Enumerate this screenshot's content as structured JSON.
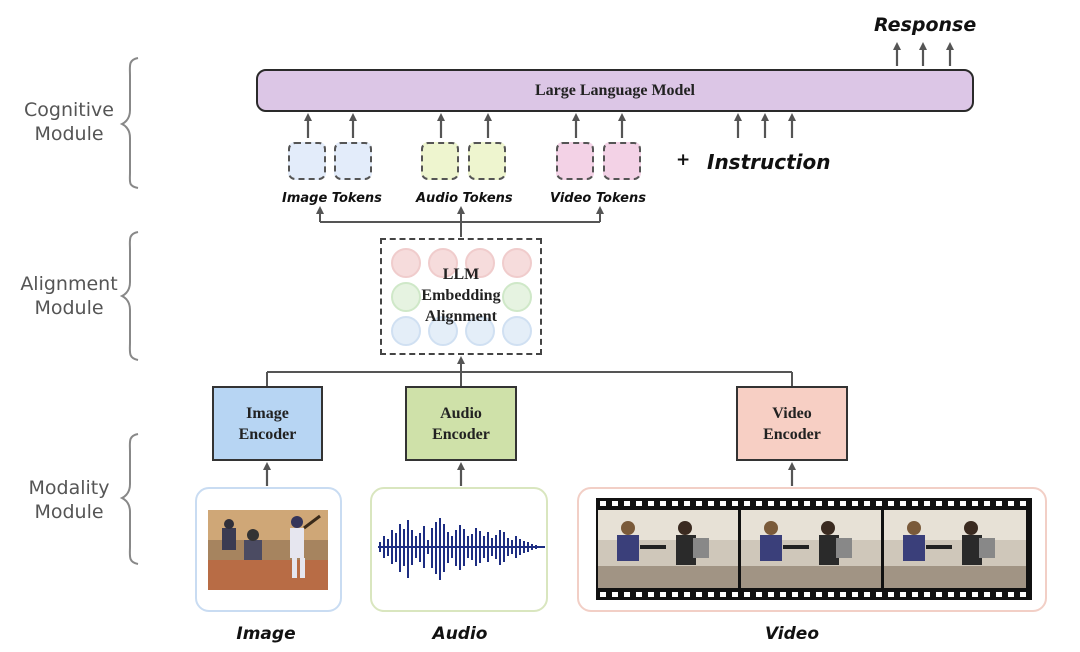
{
  "modules": {
    "cognitive": "Cognitive Module",
    "alignment": "Alignment Module",
    "modality": "Modality Module"
  },
  "llm": {
    "label": "Large Language Model"
  },
  "response": "Response",
  "tokens": {
    "image": "Image Tokens",
    "audio": "Audio Tokens",
    "video": "Video Tokens"
  },
  "plus": "+",
  "instruction": "Instruction",
  "alignment_box": {
    "label": "LLM Embedding Alignment"
  },
  "encoders": {
    "image": "Image Encoder",
    "audio": "Audio Encoder",
    "video": "Video Encoder"
  },
  "inputs": {
    "image": "Image",
    "audio": "Audio",
    "video": "Video"
  },
  "colors": {
    "llm_fill": "#dcc6e6",
    "image_token": "#e3ecfa",
    "audio_token": "#eef5cf",
    "video_token": "#f3d2e6",
    "image_encoder": "#b7d5f3",
    "audio_encoder": "#cfe1a9",
    "video_encoder": "#f7cfc4"
  }
}
